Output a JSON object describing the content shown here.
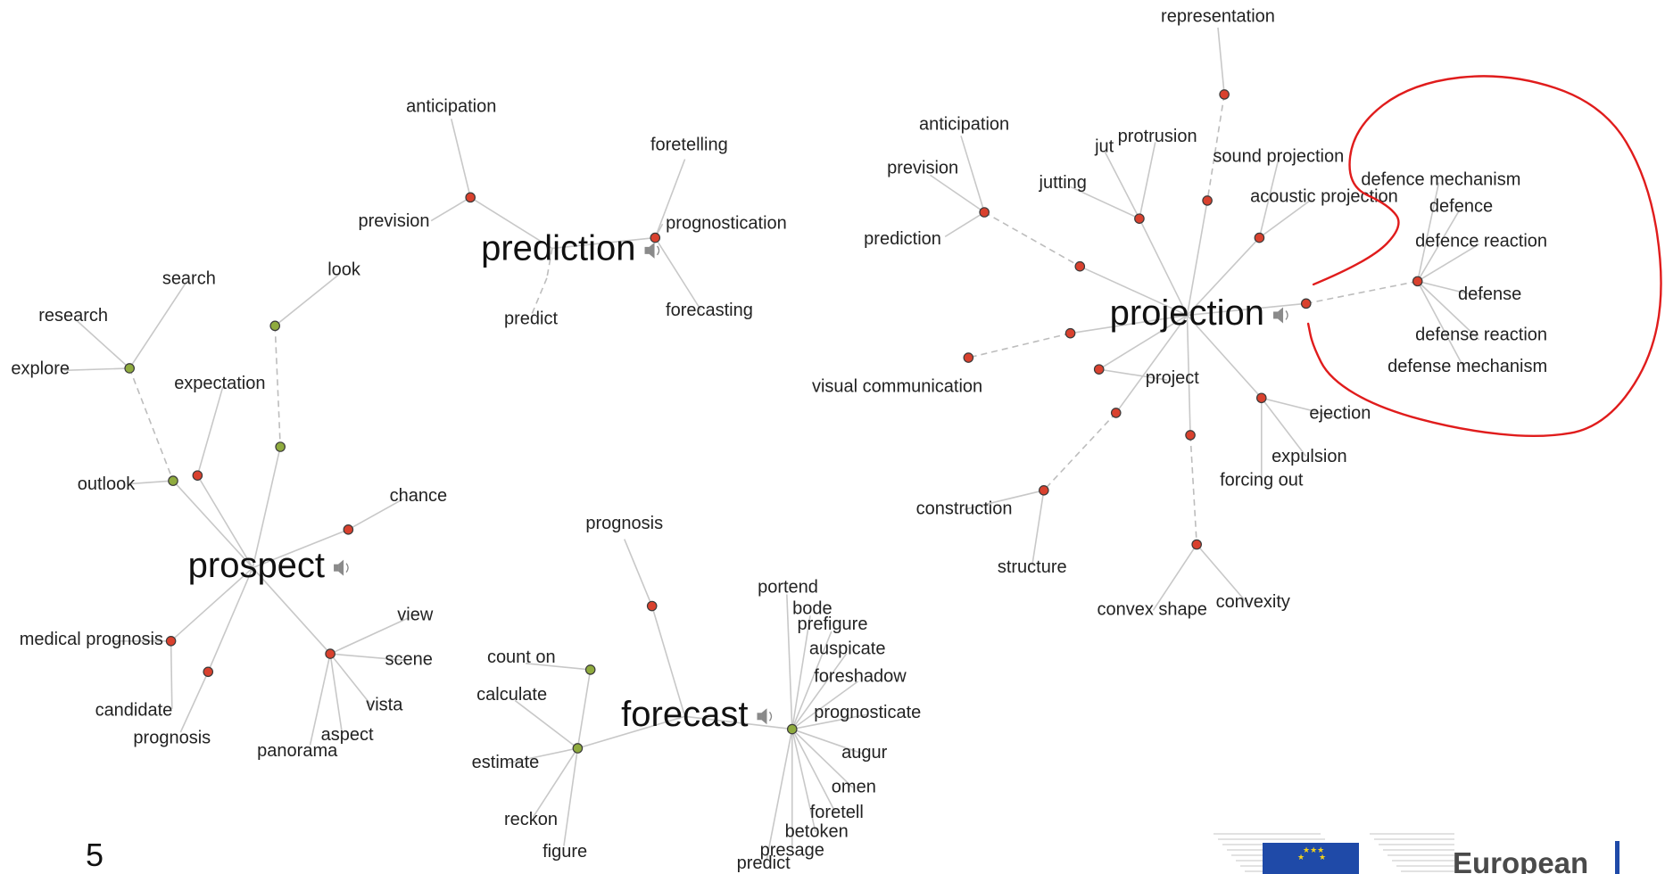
{
  "slide": {
    "page_number": "5"
  },
  "colors": {
    "red_node": "#d9412e",
    "green_node": "#8fab3e",
    "annotation": "#e01c1c"
  },
  "icons": {
    "hub_speaker": "speaker-icon"
  },
  "logo": {
    "text": "European",
    "icon": "eu-flag-icon"
  },
  "clusters": {
    "prospect": {
      "word": "prospect",
      "labels": [
        "research",
        "search",
        "look",
        "explore",
        "expectation",
        "outlook",
        "chance",
        "medical prognosis",
        "candidate",
        "prognosis",
        "view",
        "scene",
        "vista",
        "aspect",
        "panorama"
      ]
    },
    "prediction": {
      "word": "prediction",
      "labels": [
        "anticipation",
        "prevision",
        "foretelling",
        "prognostication",
        "forecasting",
        "predict"
      ]
    },
    "forecast": {
      "word": "forecast",
      "labels": [
        "prognosis",
        "count on",
        "calculate",
        "estimate",
        "reckon",
        "figure",
        "portend",
        "bode",
        "prefigure",
        "auspicate",
        "foreshadow",
        "prognosticate",
        "augur",
        "omen",
        "foretell",
        "betoken",
        "presage",
        "predict"
      ]
    },
    "projection": {
      "word": "projection",
      "labels": [
        "representation",
        "anticipation",
        "prevision",
        "prediction",
        "jut",
        "protrusion",
        "jutting",
        "sound projection",
        "acoustic projection",
        "defence mechanism",
        "defence",
        "defence reaction",
        "defense",
        "defense reaction",
        "defense mechanism",
        "visual communication",
        "project",
        "ejection",
        "expulsion",
        "forcing out",
        "construction",
        "structure",
        "convex shape",
        "convexity"
      ]
    }
  }
}
